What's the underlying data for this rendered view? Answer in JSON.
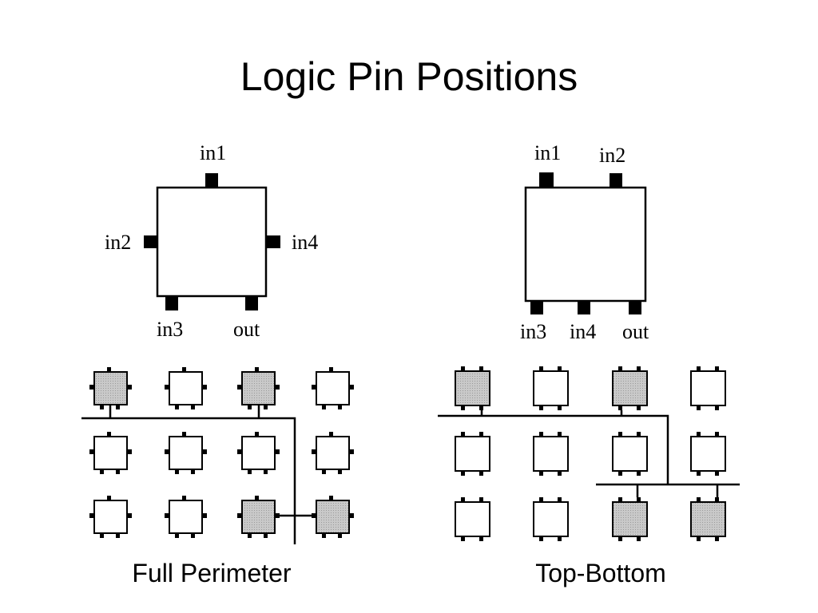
{
  "title": "Logic Pin Positions",
  "full_perimeter": {
    "caption": "Full Perimeter",
    "pins": {
      "top": "in1",
      "left": "in2",
      "right": "in4",
      "bottom_left": "in3",
      "bottom_right": "out"
    }
  },
  "top_bottom": {
    "caption": "Top-Bottom",
    "pins": {
      "top_left": "in1",
      "top_right": "in2",
      "bottom_left": "in3",
      "bottom_middle": "in4",
      "bottom_right": "out"
    }
  },
  "colors": {
    "shaded_block": "#c9c9c9",
    "line": "#000000",
    "background": "#ffffff"
  }
}
